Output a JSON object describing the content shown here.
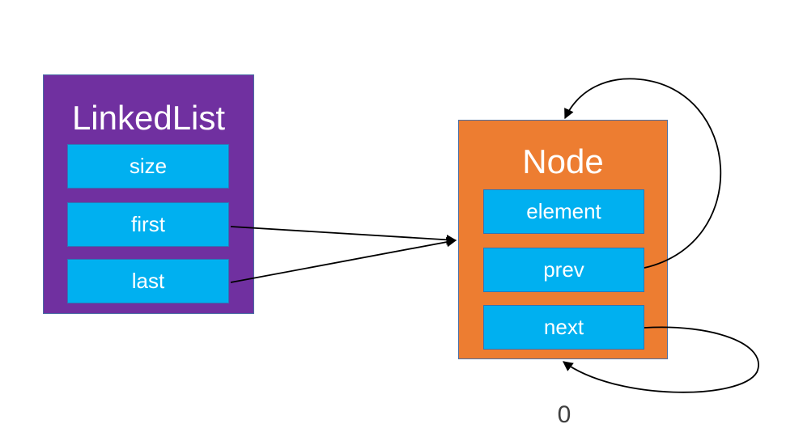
{
  "linked_list": {
    "title": "LinkedList",
    "fields": [
      "size",
      "first",
      "last"
    ]
  },
  "node": {
    "title": "Node",
    "fields": [
      "element",
      "prev",
      "next"
    ]
  },
  "caption": "0",
  "colors": {
    "linked_list_fill": "#7030a0",
    "node_fill": "#ed7d31",
    "field_fill": "#00b0f0",
    "text": "#ffffff",
    "arrow": "#000000"
  }
}
